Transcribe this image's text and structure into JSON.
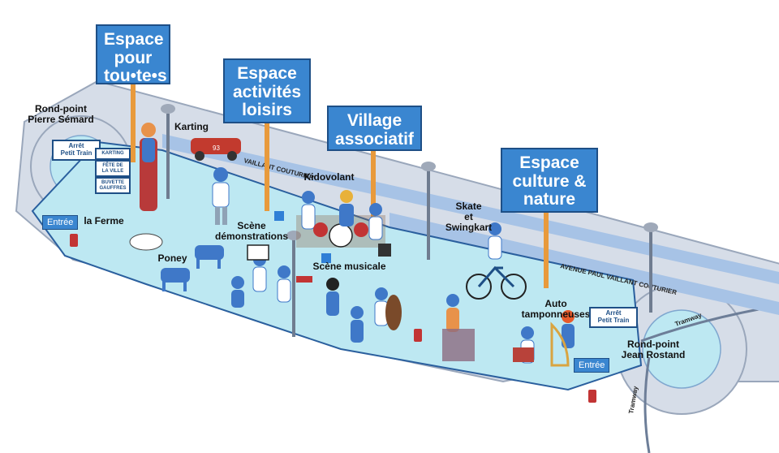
{
  "zones": [
    {
      "id": "pour-toutes",
      "label": "Espace\npour\ntou•te•s"
    },
    {
      "id": "activites",
      "label": "Espace\nactivités\nloisirs"
    },
    {
      "id": "village",
      "label": "Village\nassociatif"
    },
    {
      "id": "culture",
      "label": "Espace\nculture &\nnature"
    }
  ],
  "places": {
    "rond_point_semard": "Rond-point\nPierre Sémard",
    "rond_point_rostand": "Rond-point\nJean Rostand",
    "karting": "Karting",
    "kidovolant": "Kidovolant",
    "la_ferme": "la Ferme",
    "poney": "Poney",
    "scene_demo": "Scène\ndémonstrations",
    "scene_musicale": "Scène musicale",
    "skate": "Skate\net\nSwingkart",
    "auto_tamponneuses": "Auto\ntamponneuses"
  },
  "roads": {
    "top": "VAILLANT COUTURIER",
    "bottom": "AVENUE PAUL VAILLANT COUTURIER",
    "tram_right": "Tramway",
    "tram_bottom": "Tramway"
  },
  "entrance_label": "Entrée",
  "stop_sign": "Arrêt\nPetit Train",
  "small_signs": {
    "karting": "KARTING",
    "fete": "FÊTE DE\nLA VILLE",
    "buvette": "BUVETTE\nGAUFFRES"
  },
  "jersey_number": "93",
  "colors": {
    "sign": "#3a86d0",
    "park": "#bde8f2",
    "road": "#d6dde8",
    "path": "#a7c3e6",
    "figure": "#3f78c8"
  }
}
